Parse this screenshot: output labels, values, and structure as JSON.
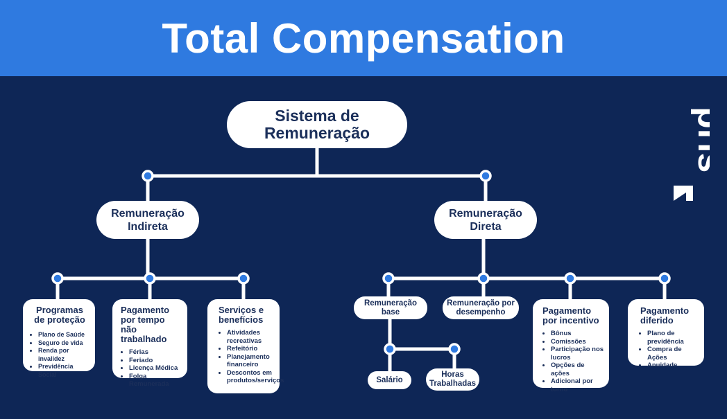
{
  "header": {
    "title": "Total Compensation"
  },
  "root": {
    "label_line1": "Sistema de",
    "label_line2": "Remuneração"
  },
  "indireta": {
    "label_line1": "Remuneração",
    "label_line2": "Indireta",
    "children": [
      {
        "title": "Programas de proteção",
        "items": [
          "Plano de Saúde",
          "Seguro de vida",
          "Renda por invalidez",
          "Previdência Social"
        ]
      },
      {
        "title": "Pagamento por tempo não trabalhado",
        "items": [
          "Férias",
          "Feriado",
          "Licença Médica",
          "Folga Remunerada"
        ]
      },
      {
        "title": "Serviços e benefícios",
        "items": [
          "Atividades recreativas",
          "Refeitório",
          "Planejamento financeiro",
          "Descontos em produtos/serviços"
        ]
      }
    ]
  },
  "direta": {
    "label_line1": "Remuneração",
    "label_line2": "Direta",
    "base": {
      "label": "Remuneração base",
      "children": [
        "Salário",
        "Horas Trabalhadas"
      ]
    },
    "desempenho": {
      "label": "Remuneração por desempenho"
    },
    "incentivo": {
      "title": "Pagamento por incentivo",
      "items": [
        "Bônus",
        "Comissões",
        "Participação nos lucros",
        "Opções de ações",
        "Adicional por turno"
      ]
    },
    "diferido": {
      "title": "Pagamento diferido",
      "items": [
        "Plano de previdência",
        "Compra de Ações",
        "Anuidade"
      ]
    }
  },
  "logo": {
    "text": "pris"
  },
  "colors": {
    "background": "#0e2656",
    "header": "#2f7ae0",
    "connector_dot": "#2f7ae0",
    "node_text": "#1b2f5a",
    "white": "#ffffff"
  }
}
